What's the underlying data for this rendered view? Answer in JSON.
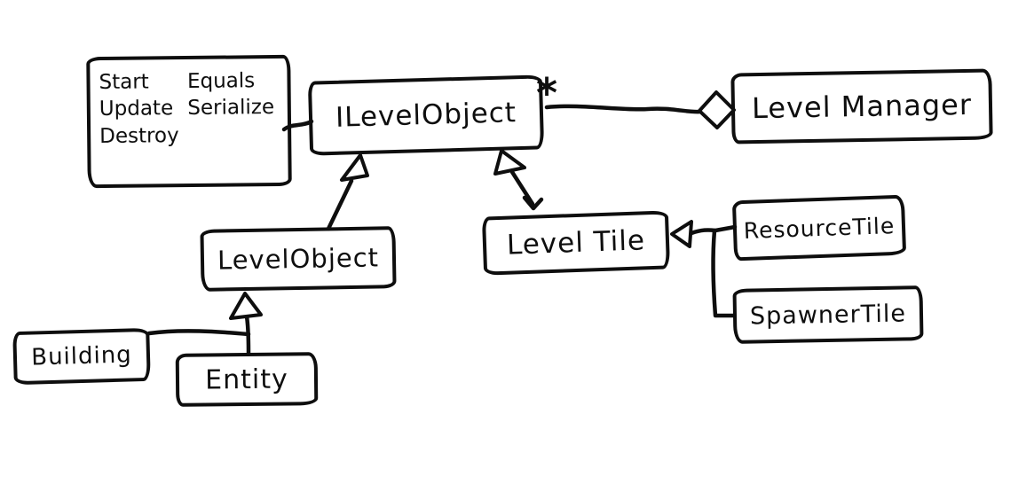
{
  "diagram_type": "hand-drawn-uml-class-diagram",
  "nodes": {
    "methods_note": {
      "col1": [
        "Start",
        "Update",
        "Destroy"
      ],
      "col2": [
        "Equals",
        "Serialize"
      ]
    },
    "ilevelobject": {
      "label": "ILevelObject"
    },
    "levelmanager": {
      "label": "Level Manager"
    },
    "levelobject": {
      "label": "LevelObject"
    },
    "leveltile": {
      "label": "Level Tile"
    },
    "resourcetile": {
      "label": "ResourceTile"
    },
    "spawnertile": {
      "label": "SpawnerTile"
    },
    "building": {
      "label": "Building"
    },
    "entity": {
      "label": "Entity"
    }
  },
  "association": {
    "multiplicity": "*"
  },
  "relationships": [
    {
      "from": "ILevelObject",
      "to": "LevelManager",
      "type": "aggregation",
      "multiplicity": "*"
    },
    {
      "from": "LevelObject",
      "to": "ILevelObject",
      "type": "inheritance"
    },
    {
      "from": "LevelTile",
      "to": "ILevelObject",
      "type": "inheritance"
    },
    {
      "from": "ResourceTile",
      "to": "LevelTile",
      "type": "inheritance"
    },
    {
      "from": "SpawnerTile",
      "to": "LevelTile",
      "type": "inheritance"
    },
    {
      "from": "Building",
      "to": "LevelObject",
      "type": "inheritance"
    },
    {
      "from": "Entity",
      "to": "LevelObject",
      "type": "inheritance"
    },
    {
      "from": "methods-note",
      "to": "ILevelObject",
      "type": "note-attachment"
    }
  ],
  "colors": {
    "ink": "#0e0e0e",
    "paper": "#ffffff"
  }
}
